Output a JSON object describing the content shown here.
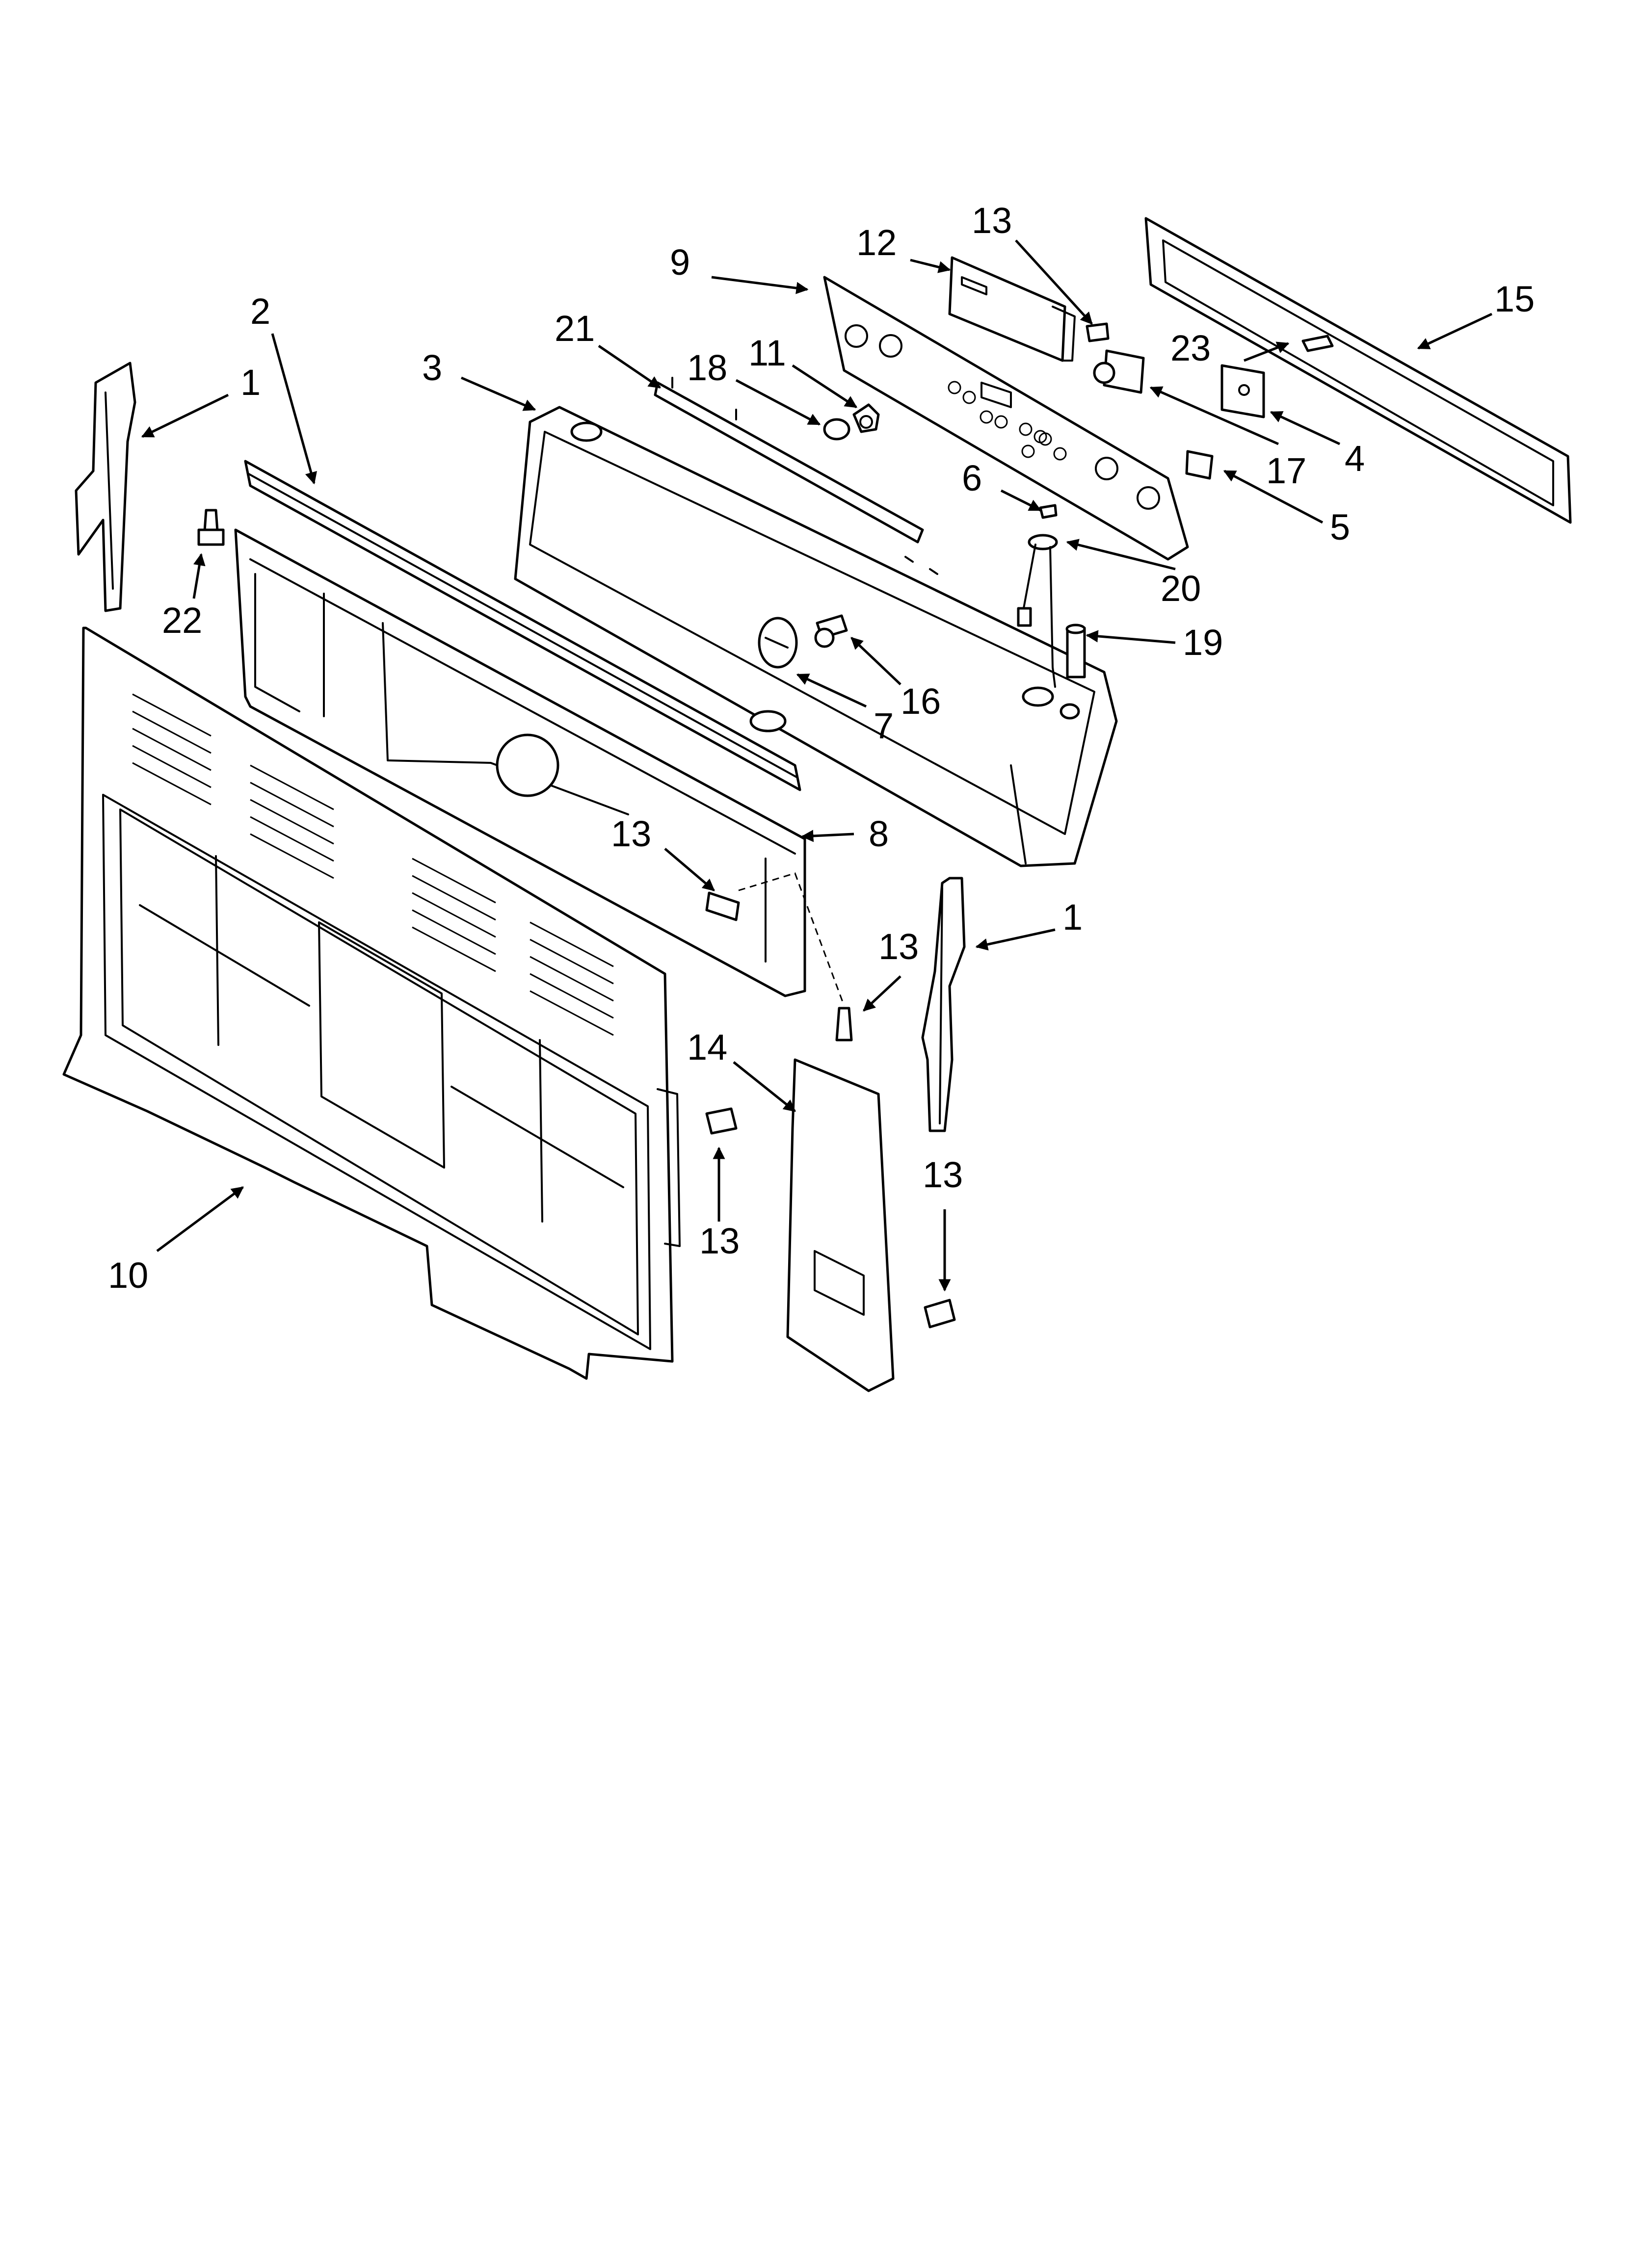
{
  "diagram": {
    "callouts": [
      {
        "id": "c1a",
        "text": "1"
      },
      {
        "id": "c1b",
        "text": "1"
      },
      {
        "id": "c2",
        "text": "2"
      },
      {
        "id": "c3",
        "text": "3"
      },
      {
        "id": "c4",
        "text": "4"
      },
      {
        "id": "c5",
        "text": "5"
      },
      {
        "id": "c6",
        "text": "6"
      },
      {
        "id": "c7",
        "text": "7"
      },
      {
        "id": "c8",
        "text": "8"
      },
      {
        "id": "c9",
        "text": "9"
      },
      {
        "id": "c10",
        "text": "10"
      },
      {
        "id": "c11",
        "text": "11"
      },
      {
        "id": "c12",
        "text": "12"
      },
      {
        "id": "c13a",
        "text": "13"
      },
      {
        "id": "c13b",
        "text": "13"
      },
      {
        "id": "c13c",
        "text": "13"
      },
      {
        "id": "c13d",
        "text": "13"
      },
      {
        "id": "c13e",
        "text": "13"
      },
      {
        "id": "c14",
        "text": "14"
      },
      {
        "id": "c15",
        "text": "15"
      },
      {
        "id": "c16",
        "text": "16"
      },
      {
        "id": "c17",
        "text": "17"
      },
      {
        "id": "c18",
        "text": "18"
      },
      {
        "id": "c19",
        "text": "19"
      },
      {
        "id": "c20",
        "text": "20"
      },
      {
        "id": "c21",
        "text": "21"
      },
      {
        "id": "c22",
        "text": "22"
      },
      {
        "id": "c23",
        "text": "23"
      }
    ]
  }
}
